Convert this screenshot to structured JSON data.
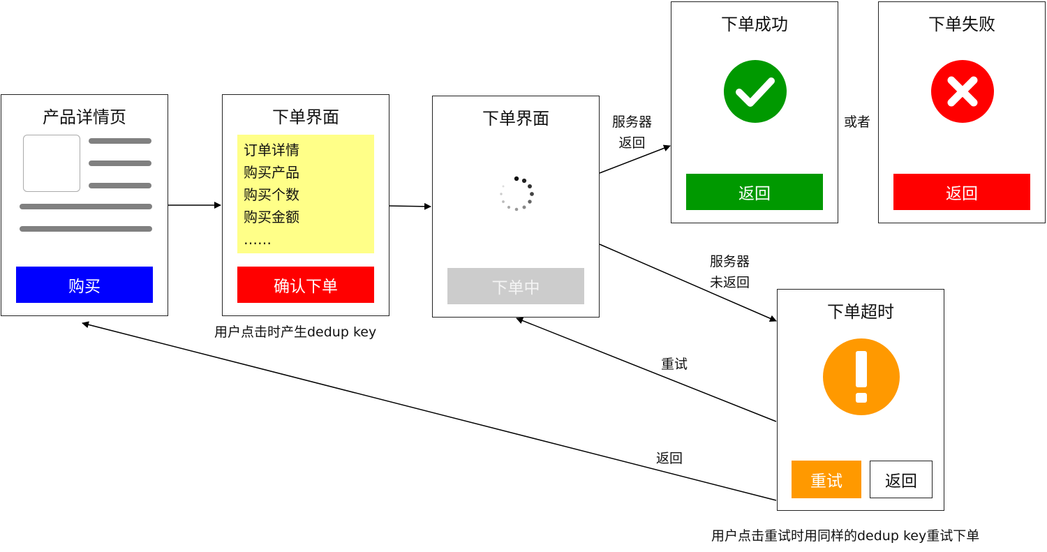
{
  "colors": {
    "buy_blue": "#0000ff",
    "confirm_red": "#ff0000",
    "disabled_gray": "#cccccc",
    "success_green": "#009900",
    "fail_red": "#ff0000",
    "timeout_orange": "#ff9900",
    "note_yellow": "#ffff88"
  },
  "product": {
    "title": "产品详情页",
    "buy_label": "购买"
  },
  "order_form": {
    "title": "下单界面",
    "details": [
      "订单详情",
      "购买产品",
      "购买个数",
      "购买金额",
      "……"
    ],
    "confirm_label": "确认下单"
  },
  "order_pending": {
    "title": "下单界面",
    "loading_label": "下单中"
  },
  "success": {
    "title": "下单成功",
    "back_label": "返回"
  },
  "failure": {
    "title": "下单失败",
    "back_label": "返回"
  },
  "timeout": {
    "title": "下单超时",
    "retry_label": "重试",
    "back_label": "返回"
  },
  "labels": {
    "server_return": [
      "服务器",
      "返回"
    ],
    "server_no_return": [
      "服务器",
      "未返回"
    ],
    "or": "或者",
    "retry": "重试",
    "back": "返回",
    "dedup_note": "用户点击时产生dedup key",
    "retry_note": "用户点击重试时用同样的dedup key重试下单"
  }
}
